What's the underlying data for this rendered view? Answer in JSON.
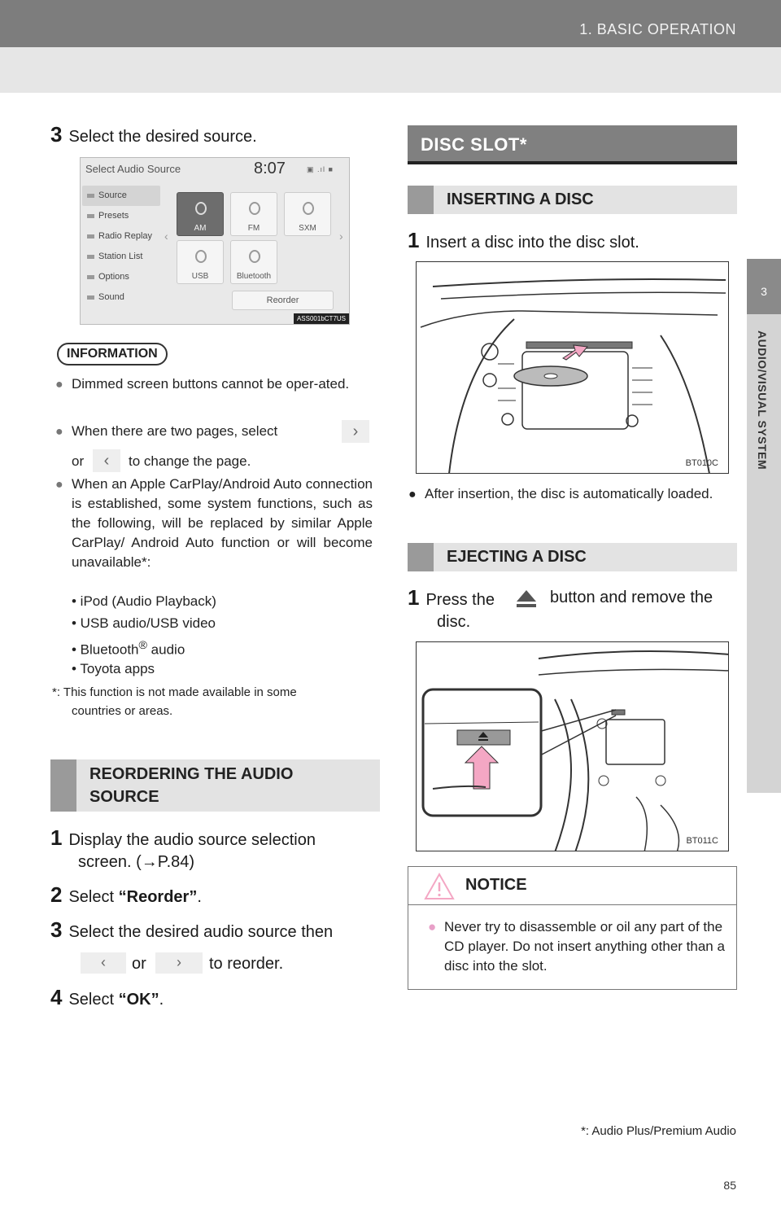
{
  "header": {
    "section_title": "1. BASIC OPERATION"
  },
  "side_tab": {
    "number": "3",
    "label": "AUDIO/VISUAL SYSTEM"
  },
  "left": {
    "step3_top": {
      "num": "3",
      "text": "Select the desired source."
    },
    "screenshot": {
      "title": "Select Audio Source",
      "time": "8:07",
      "status": "▣ .ıl ■",
      "menu": [
        "Source",
        "Presets",
        "Radio Replay",
        "Station List",
        "Options",
        "Sound"
      ],
      "tiles": [
        "AM",
        "FM",
        "SXM",
        "USB",
        "Bluetooth"
      ],
      "reorder": "Reorder",
      "code": "ASS001bCT7US"
    },
    "info": {
      "badge": "INFORMATION",
      "b1": "Dimmed screen buttons cannot be oper-ated.",
      "b2_a": "When there are two pages, select",
      "b2_b": "or",
      "b2_c": "to change the page.",
      "b3": "When an Apple CarPlay/Android Auto connection is established, some system functions, such as the following, will be replaced by similar Apple CarPlay/ Android Auto function or will become unavailable*:",
      "sub1": "• iPod (Audio Playback)",
      "sub2": "• USB audio/USB video",
      "sub3_a": "• Bluetooth",
      "sub3_sup": "®",
      "sub3_b": " audio",
      "sub4": "• Toyota apps",
      "foot1": "*:  This function is not made available in some",
      "foot2": "countries or areas."
    },
    "reorder_section": {
      "title": "REORDERING THE AUDIO SOURCE",
      "s1_num": "1",
      "s1_a": "Display the audio source selection",
      "s1_b": "screen. (→P.84)",
      "s2_num": "2",
      "s2_a": "Select ",
      "s2_b": "“Reorder”",
      "s2_c": ".",
      "s3_num": "3",
      "s3_a": "Select the desired audio source then",
      "s3_or": "or",
      "s3_b": "to reorder.",
      "s4_num": "4",
      "s4_a": "Select ",
      "s4_b": "“OK”",
      "s4_c": "."
    }
  },
  "right": {
    "disc_title": "DISC SLOT*",
    "inserting_title": "INSERTING A DISC",
    "ins_step_num": "1",
    "ins_step": "Insert a disc into the disc slot.",
    "pic1_code": "BT010C",
    "after_text": "After insertion, the disc is automatically loaded.",
    "ejecting_title": "EJECTING A DISC",
    "ej_step_num": "1",
    "ej_a": "Press the",
    "ej_b": "button and remove the",
    "ej_c": "disc.",
    "pic2_code": "BT011C",
    "notice_title": "NOTICE",
    "notice_text": "Never try to disassemble or oil any part of the CD player. Do not insert anything other than a disc into the slot."
  },
  "footer": {
    "note": "*: Audio Plus/Premium Audio",
    "page": "85"
  },
  "colors": {
    "header_gray": "#7d7d7d",
    "band_gray": "#e6e6e6",
    "section_gray": "#e3e3e3",
    "disc_header": "#808080",
    "notice_bullet": "#e8a0c8"
  }
}
